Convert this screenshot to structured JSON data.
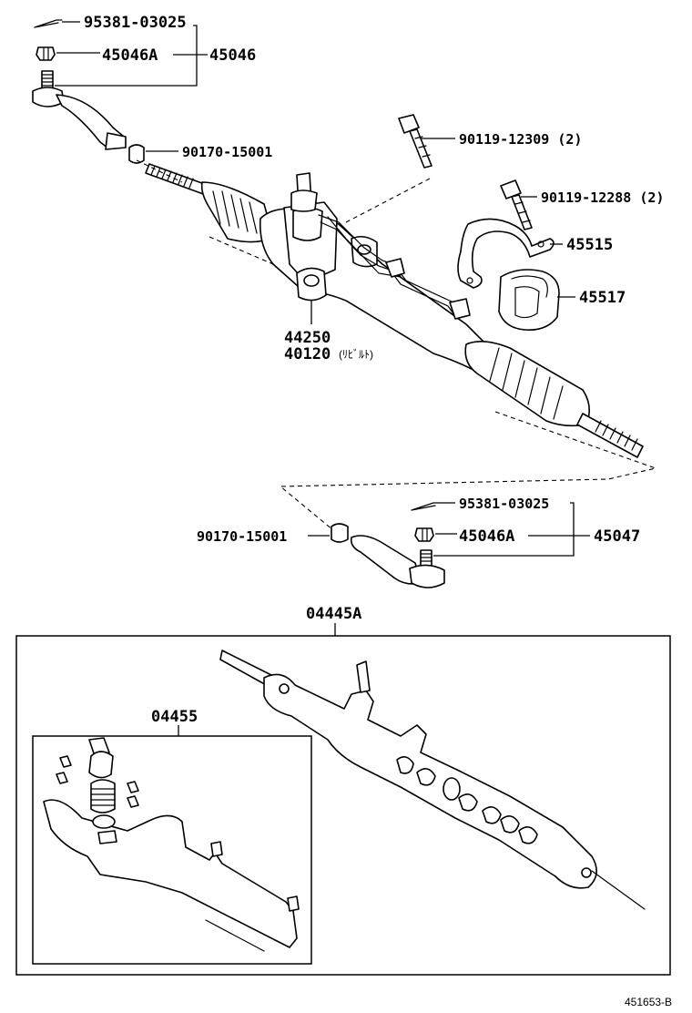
{
  "labels": {
    "cotter_pin_top": "95381-03025",
    "nut_top": "45046A",
    "tie_rod_end_lh": "45046",
    "washer_top": "90170-15001",
    "bolt_a": "90119-12309 (2)",
    "bolt_b": "90119-12288 (2)",
    "bracket": "45515",
    "cushion": "45517",
    "gear_assy": "44250",
    "gear_assy_rebuilt": "40120",
    "rebuilt_note": "(ﾘﾋﾞﾙﾄ)",
    "cotter_pin_bottom": "95381-03025",
    "nut_bottom": "45046A",
    "tie_rod_end_rh": "45047",
    "washer_bottom": "90170-15001",
    "gasket_kit": "04445A",
    "seal_kit": "04455",
    "diagram_ref": "451653-B"
  },
  "colors": {
    "line": "#000000",
    "background": "#ffffff"
  }
}
